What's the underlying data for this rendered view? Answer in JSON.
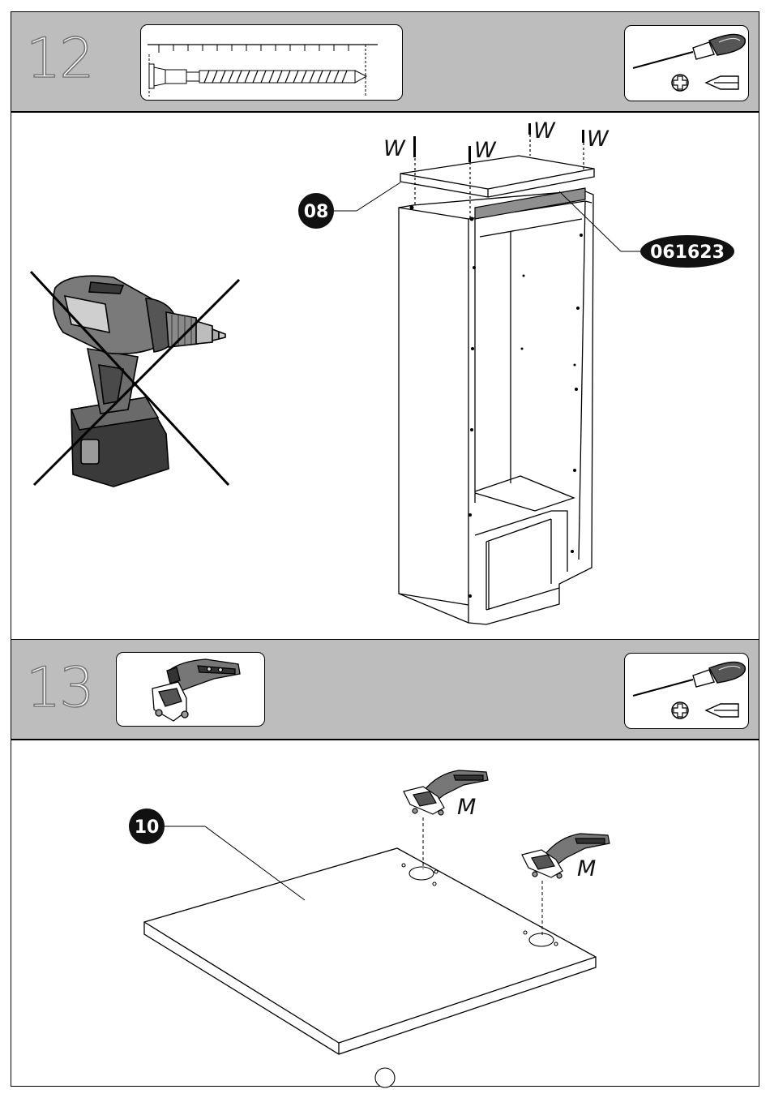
{
  "steps": [
    {
      "number": "12",
      "tools": [
        "phillips-screwdriver",
        "flat-screwdriver"
      ],
      "callouts": {
        "panel": "08",
        "rail": "061623"
      },
      "part_label": "W",
      "no_power_drill": true
    },
    {
      "number": "13",
      "tools": [
        "phillips-screwdriver",
        "flat-screwdriver"
      ],
      "callouts": {
        "door": "10"
      },
      "part_label": "M"
    }
  ]
}
